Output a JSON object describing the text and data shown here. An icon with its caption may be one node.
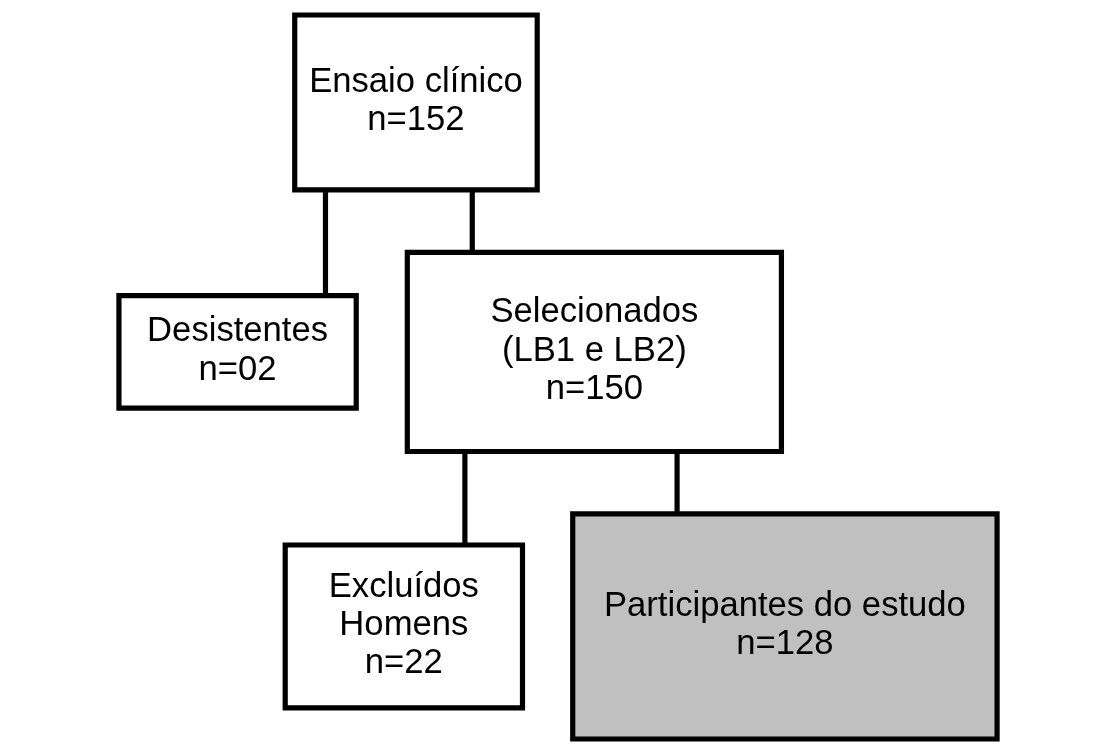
{
  "diagram": {
    "nodes": [
      {
        "text": [
          "Ensaio clínico",
          "n=152"
        ]
      },
      {
        "text": [
          "Desistentes",
          "n=02"
        ]
      },
      {
        "text": [
          "Selecionados",
          "(LB1 e LB2)",
          "n=150"
        ]
      },
      {
        "text": [
          "Excluídos",
          "Homens",
          "n=22"
        ]
      },
      {
        "text": [
          "Participantes do estudo",
          "n=128"
        ]
      }
    ],
    "edges": [
      {
        "from": 0,
        "to": 1,
        "arrow": "none"
      },
      {
        "from": 0,
        "to": 2,
        "arrow": "none"
      },
      {
        "from": 2,
        "to": 3,
        "arrow": "none"
      },
      {
        "from": 2,
        "to": 4,
        "arrow": "none"
      }
    ]
  }
}
